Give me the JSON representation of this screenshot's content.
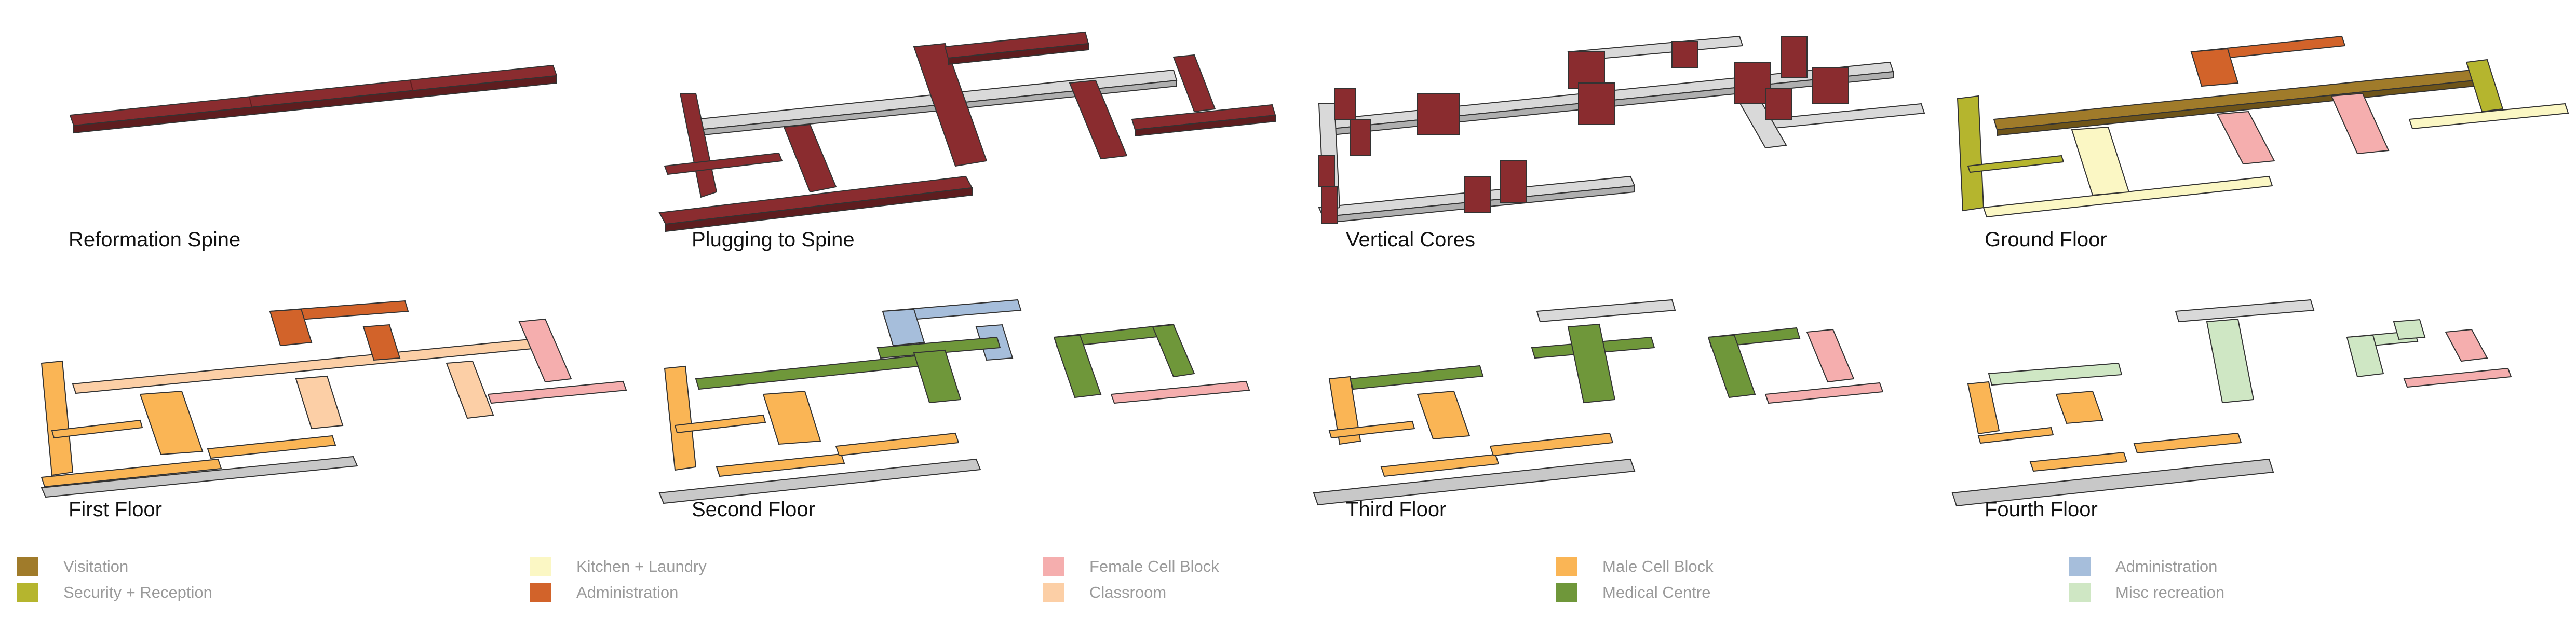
{
  "panels": [
    {
      "key": "reformation-spine",
      "title": "Reformation Spine"
    },
    {
      "key": "plugging-to-spine",
      "title": "Plugging to Spine"
    },
    {
      "key": "vertical-cores",
      "title": "Vertical Cores"
    },
    {
      "key": "ground-floor",
      "title": "Ground Floor"
    },
    {
      "key": "first-floor",
      "title": "First Floor"
    },
    {
      "key": "second-floor",
      "title": "Second Floor"
    },
    {
      "key": "third-floor",
      "title": "Third Floor"
    },
    {
      "key": "fourth-floor",
      "title": "Fourth Floor"
    }
  ],
  "legend": [
    {
      "label": "Visitation",
      "color": "#A07B2A"
    },
    {
      "label": "Security + Reception",
      "color": "#B5B52E"
    },
    {
      "label": "Kitchen + Laundry",
      "color": "#FBF7C4"
    },
    {
      "label": "Administration",
      "color": "#D2632A"
    },
    {
      "label": "Female Cell Block",
      "color": "#F5AEAE"
    },
    {
      "label": "Classroom",
      "color": "#FCCFA6"
    },
    {
      "label": "Male Cell Block",
      "color": "#FAB555"
    },
    {
      "label": "Medical Centre",
      "color": "#6F973A"
    },
    {
      "label": "Administration",
      "color": "#A6BEDB"
    },
    {
      "label": "Misc recreation",
      "color": "#CFE7C4"
    }
  ],
  "colors": {
    "spine": "#8A2C2F",
    "grey": "#D9D9D9",
    "grey_stack": "#C8C8C8",
    "outline": "#333333"
  }
}
